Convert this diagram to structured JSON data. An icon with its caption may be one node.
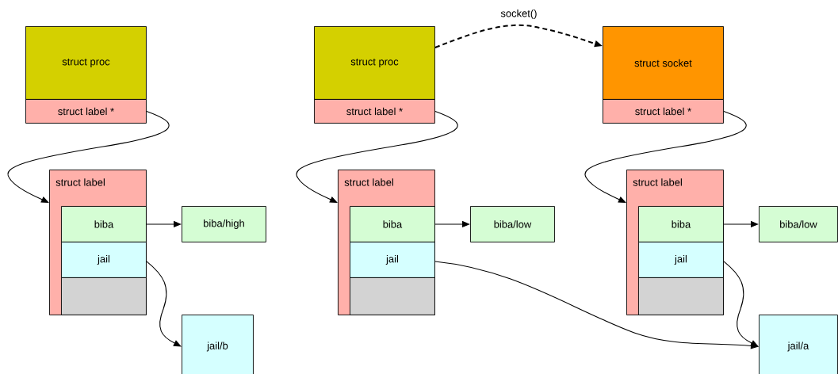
{
  "diagram": {
    "nodes": [
      {
        "text": [
          "struct proc"
        ]
      },
      {
        "text": [
          "struct label *"
        ]
      },
      {
        "text": [
          "struct label"
        ]
      },
      {
        "text": [
          "biba"
        ],
        "in": 2
      },
      {
        "text": [
          "jail"
        ],
        "in": 2
      },
      {
        "text": [],
        "shape": "box",
        "in": 2
      },
      {
        "text": [
          "biba/high"
        ]
      },
      {
        "text": [
          "jail/b"
        ]
      },
      {
        "text": [
          "struct proc"
        ]
      },
      {
        "text": [
          "struct label *"
        ]
      },
      {
        "text": [
          "struct label"
        ]
      },
      {
        "text": [
          "biba"
        ],
        "in": 10
      },
      {
        "text": [
          "jail"
        ],
        "in": 10
      },
      {
        "text": [],
        "shape": "box",
        "in": 10
      },
      {
        "text": [
          "biba/low"
        ]
      },
      {
        "text": [
          "struct socket"
        ]
      },
      {
        "text": [
          "struct label *"
        ]
      },
      {
        "text": [
          "struct label"
        ]
      },
      {
        "text": [
          "biba"
        ],
        "in": 17
      },
      {
        "text": [
          "jail"
        ],
        "in": 17
      },
      {
        "text": [],
        "shape": "box",
        "in": 17
      },
      {
        "text": [
          "biba/low"
        ]
      },
      {
        "text": [
          "jail/a"
        ]
      }
    ],
    "edges": [
      {
        "from": 1,
        "to": 2,
        "arrow": "to"
      },
      {
        "from": 3,
        "to": 6,
        "arrow": "to"
      },
      {
        "from": 4,
        "to": 7,
        "arrow": "to"
      },
      {
        "from": 8,
        "to": 15,
        "arrow": "to",
        "label": "socket()",
        "style": "dashed"
      },
      {
        "from": 9,
        "to": 10,
        "arrow": "to"
      },
      {
        "from": 11,
        "to": 14,
        "arrow": "to"
      },
      {
        "from": 12,
        "to": 22,
        "arrow": "to"
      },
      {
        "from": 16,
        "to": 17,
        "arrow": "to"
      },
      {
        "from": 18,
        "to": 21,
        "arrow": "to"
      },
      {
        "from": 19,
        "to": 22,
        "arrow": "to"
      }
    ]
  }
}
